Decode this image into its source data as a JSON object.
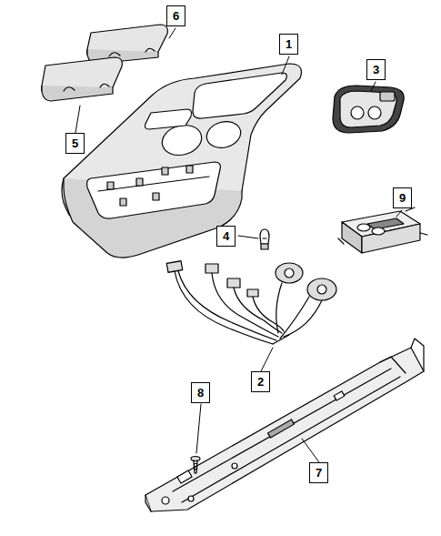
{
  "diagram": {
    "labels": [
      "6",
      "1",
      "3",
      "5",
      "9",
      "4",
      "2",
      "8",
      "7"
    ]
  }
}
